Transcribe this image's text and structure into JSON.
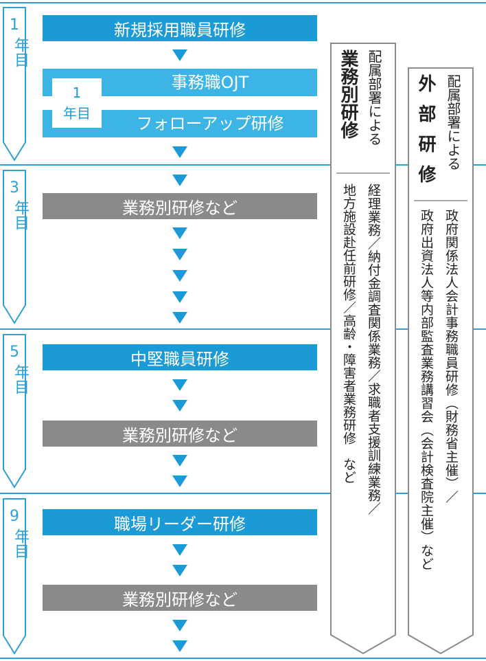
{
  "stages": [
    {
      "num": "1",
      "unit": "年目"
    },
    {
      "num": "3",
      "unit": "年目"
    },
    {
      "num": "5",
      "unit": "年目"
    },
    {
      "num": "9",
      "unit": "年目"
    }
  ],
  "year1": {
    "new_hire": "新規採用職員研修",
    "ojt_badge_num": "1",
    "ojt_badge_unit": "年目",
    "ojt": "事務職OJT",
    "followup": "フォローアップ研修"
  },
  "year3": {
    "business": "業務別研修など"
  },
  "year5": {
    "mid": "中堅職員研修",
    "business": "業務別研修など"
  },
  "year9": {
    "leader": "職場リーダー研修",
    "business": "業務別研修など"
  },
  "dept_business": {
    "subtitle": "配属部署による",
    "title": "業務別研修",
    "col1": "経理業務／納付金調査関係業務／求職者支援訓練業務／",
    "col2": "地方施設赴任前研修／高齢・障害者業務研修　など"
  },
  "dept_external": {
    "subtitle": "配属部署による",
    "title": "外部研修",
    "col1": "政府関係法人会計事務職員研修（財務省主催）／",
    "col2": "政府出資法人等内部監査業務講習会（会計検査院主催）など"
  },
  "colors": {
    "blue": "#1a9ad6",
    "light_blue": "#3cb4e6",
    "gray": "#8a8a8a",
    "line": "#2a9fd8"
  }
}
